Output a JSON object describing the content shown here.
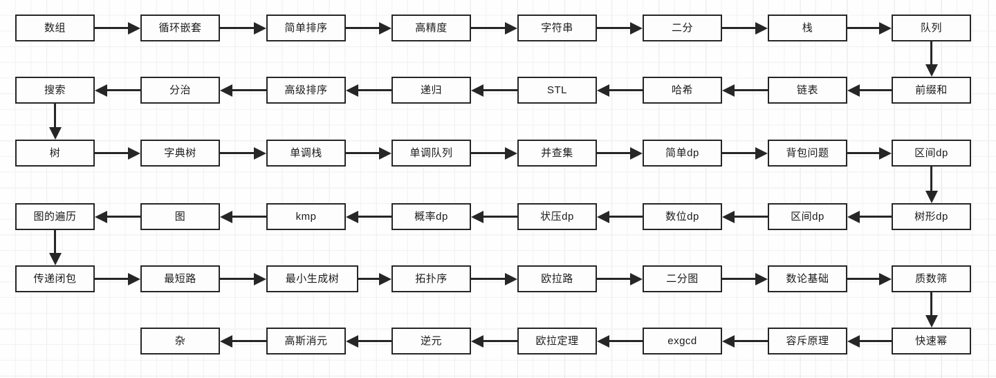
{
  "diagram": {
    "title": "algorithm-learning-roadmap",
    "type": "flowchart",
    "direction": "boustrophedon",
    "background": "#fefefe",
    "grid_color": "#f1f1f1",
    "node_border_color": "#262626",
    "node_fill_color": "#fdfdfd",
    "edge_color": "#262626",
    "rows": [
      {
        "index": 1,
        "flow": "left-to-right",
        "nodes": [
          {
            "id": "n1",
            "label": "数组"
          },
          {
            "id": "n2",
            "label": "循环嵌套"
          },
          {
            "id": "n3",
            "label": "简单排序"
          },
          {
            "id": "n4",
            "label": "高精度"
          },
          {
            "id": "n5",
            "label": "字符串"
          },
          {
            "id": "n6",
            "label": "二分"
          },
          {
            "id": "n7",
            "label": "栈"
          },
          {
            "id": "n8",
            "label": "队列"
          }
        ]
      },
      {
        "index": 2,
        "flow": "right-to-left",
        "nodes": [
          {
            "id": "n16",
            "label": "搜索"
          },
          {
            "id": "n15",
            "label": "分治"
          },
          {
            "id": "n14",
            "label": "高级排序"
          },
          {
            "id": "n13",
            "label": "递归"
          },
          {
            "id": "n12",
            "label": "STL"
          },
          {
            "id": "n11",
            "label": "哈希"
          },
          {
            "id": "n10",
            "label": "链表"
          },
          {
            "id": "n9",
            "label": "前缀和"
          }
        ]
      },
      {
        "index": 3,
        "flow": "left-to-right",
        "nodes": [
          {
            "id": "n17",
            "label": "树"
          },
          {
            "id": "n18",
            "label": "字典树"
          },
          {
            "id": "n19",
            "label": "单调栈"
          },
          {
            "id": "n20",
            "label": "单调队列"
          },
          {
            "id": "n21",
            "label": "并查集"
          },
          {
            "id": "n22",
            "label": "简单dp"
          },
          {
            "id": "n23",
            "label": "背包问题"
          },
          {
            "id": "n24",
            "label": "区间dp"
          }
        ]
      },
      {
        "index": 4,
        "flow": "right-to-left",
        "nodes": [
          {
            "id": "n32",
            "label": "图的遍历"
          },
          {
            "id": "n31",
            "label": "图"
          },
          {
            "id": "n30",
            "label": "kmp"
          },
          {
            "id": "n29",
            "label": "概率dp"
          },
          {
            "id": "n28",
            "label": "状压dp"
          },
          {
            "id": "n27",
            "label": "数位dp"
          },
          {
            "id": "n26",
            "label": "区间dp"
          },
          {
            "id": "n25",
            "label": "树形dp"
          }
        ]
      },
      {
        "index": 5,
        "flow": "left-to-right",
        "nodes": [
          {
            "id": "n33",
            "label": "传递闭包"
          },
          {
            "id": "n34",
            "label": "最短路"
          },
          {
            "id": "n35",
            "label": "最小生成树"
          },
          {
            "id": "n36",
            "label": "拓扑序"
          },
          {
            "id": "n37",
            "label": "欧拉路"
          },
          {
            "id": "n38",
            "label": "二分图"
          },
          {
            "id": "n39",
            "label": "数论基础"
          },
          {
            "id": "n40",
            "label": "质数筛"
          }
        ]
      },
      {
        "index": 6,
        "flow": "right-to-left",
        "nodes": [
          {
            "id": "n47",
            "label": "杂"
          },
          {
            "id": "n46",
            "label": "高斯消元"
          },
          {
            "id": "n45",
            "label": "逆元"
          },
          {
            "id": "n44",
            "label": "欧拉定理"
          },
          {
            "id": "n43",
            "label": "exgcd"
          },
          {
            "id": "n42",
            "label": "容斥原理"
          },
          {
            "id": "n41",
            "label": "快速幂"
          }
        ]
      }
    ],
    "wrap_edges": [
      {
        "from": "队列",
        "to": "前缀和",
        "direction": "down"
      },
      {
        "from": "搜索",
        "to": "树",
        "direction": "down"
      },
      {
        "from": "区间dp",
        "to": "树形dp",
        "direction": "down"
      },
      {
        "from": "图的遍历",
        "to": "传递闭包",
        "direction": "down"
      },
      {
        "from": "质数筛",
        "to": "快速幂",
        "direction": "down"
      }
    ]
  }
}
